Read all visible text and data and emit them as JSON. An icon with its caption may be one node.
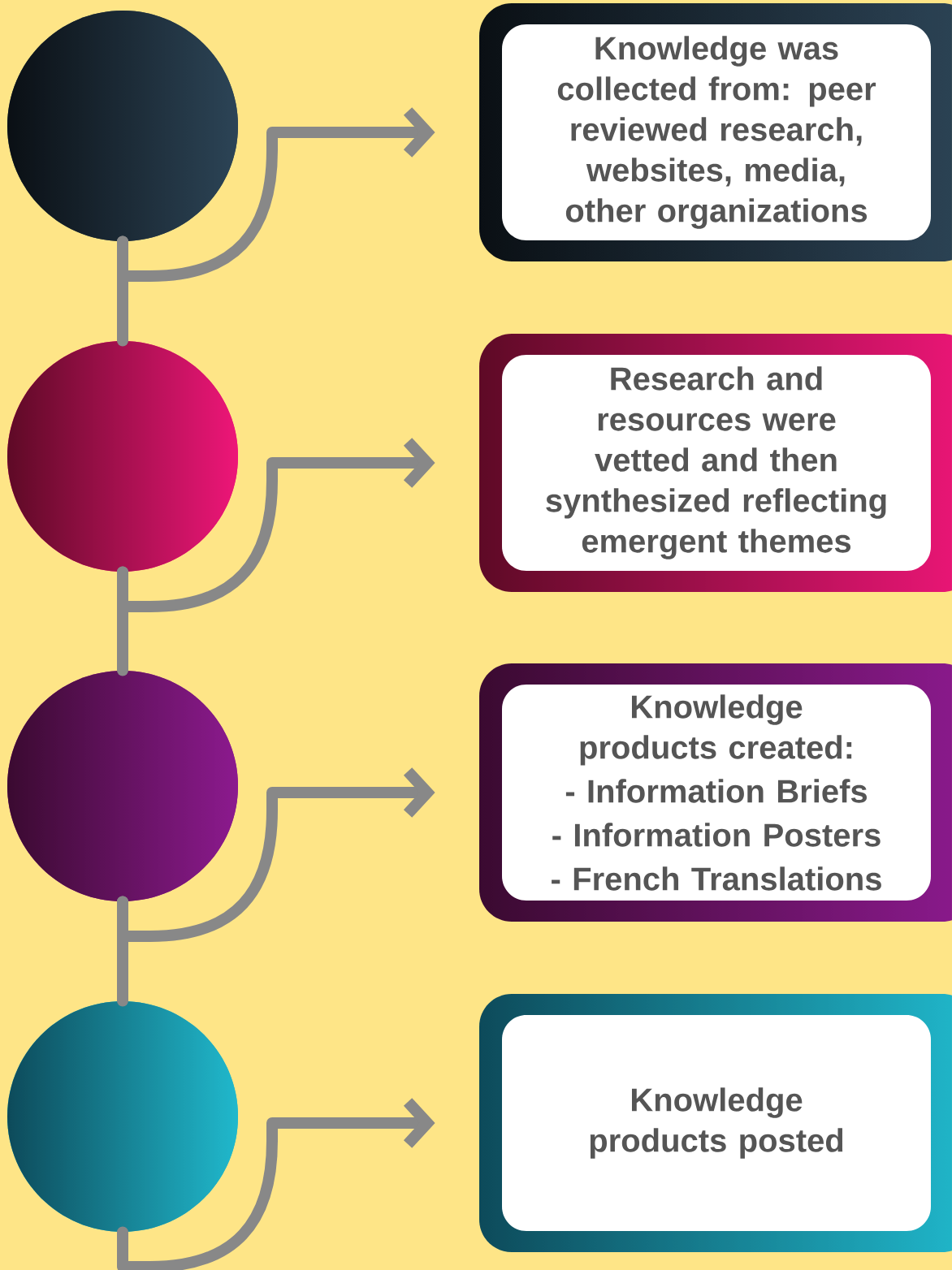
{
  "diagram": {
    "nodes": [
      {
        "text": [],
        "shape": "circle"
      },
      {
        "text": [
          "Knowledge was collected from: peer reviewed research, websites, media, other organizations"
        ]
      },
      {
        "text": [],
        "shape": "circle"
      },
      {
        "text": [
          "Research and resources were vetted and then synthesized reflecting emergent themes"
        ]
      },
      {
        "text": [],
        "shape": "circle"
      },
      {
        "text": [
          "Knowledge products created:",
          "- Information Briefs",
          "- Information Posters",
          "- French Translations"
        ]
      },
      {
        "text": [],
        "shape": "circle"
      },
      {
        "text": [
          "Knowledge products posted"
        ]
      }
    ],
    "edges": [
      {
        "from": 0,
        "to": 1,
        "arrow": "to"
      },
      {
        "from": 0,
        "to": 2,
        "arrow": "none"
      },
      {
        "from": 2,
        "to": 3,
        "arrow": "to"
      },
      {
        "from": 2,
        "to": 4,
        "arrow": "none"
      },
      {
        "from": 4,
        "to": 5,
        "arrow": "to"
      },
      {
        "from": 4,
        "to": 6,
        "arrow": "none"
      },
      {
        "from": 6,
        "to": 7,
        "arrow": "to"
      }
    ]
  }
}
